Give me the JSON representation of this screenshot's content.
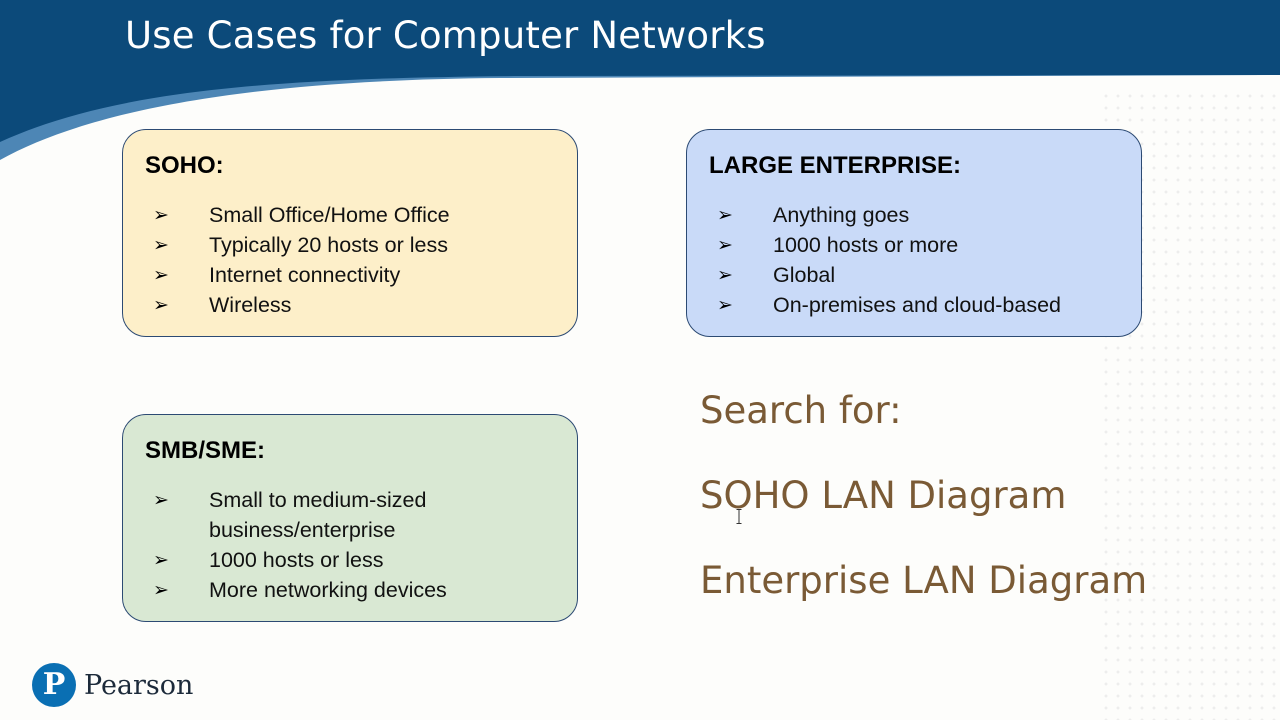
{
  "slide": {
    "title": "Use Cases for Computer Networks",
    "colors": {
      "header_navy": "#0c4a7a",
      "header_stripe": "#4d86b5",
      "search_text": "#7a5a35"
    }
  },
  "cards": {
    "soho": {
      "heading": "SOHO:",
      "color": "#fdefc9",
      "bullet_icon": "➢",
      "items": [
        "Small Office/Home Office",
        "Typically 20 hosts or less",
        "Internet connectivity",
        "Wireless"
      ]
    },
    "large_enterprise": {
      "heading": "LARGE ENTERPRISE:",
      "color": "#c9daf8",
      "bullet_icon": "➢",
      "items": [
        "Anything goes",
        "1000 hosts or more",
        "Global",
        "On-premises and cloud-based"
      ]
    },
    "smb_sme": {
      "heading": "SMB/SME:",
      "color": "#d9e8d3",
      "bullet_icon": "➢",
      "items": [
        "Small to medium-sized business/enterprise",
        "1000 hosts or less",
        "More networking devices"
      ]
    }
  },
  "search": {
    "label": "Search for:",
    "terms": [
      "SOHO LAN Diagram",
      "Enterprise LAN Diagram"
    ]
  },
  "logo": {
    "mark": "P",
    "text": "Pearson"
  },
  "cursor_icon": "text-cursor-icon"
}
